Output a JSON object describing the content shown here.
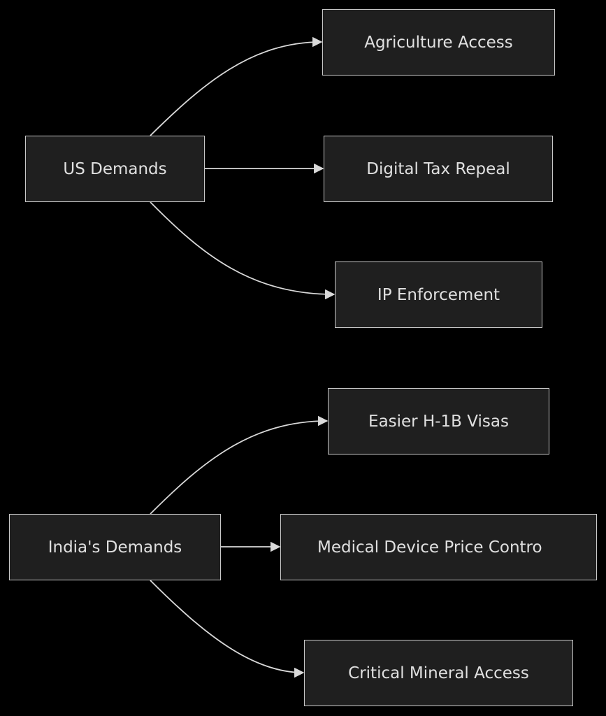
{
  "diagram": {
    "colors": {
      "background": "#000000",
      "node_fill": "#1f1f1f",
      "node_border": "#c8c8c8",
      "text": "#e0e0e0",
      "edge": "#d9d9d9"
    },
    "nodes": {
      "us_demands": "US Demands",
      "agriculture_access": "Agriculture Access",
      "digital_tax_repeal": "Digital Tax Repeal",
      "ip_enforcement": "IP Enforcement",
      "indias_demands": "India's Demands",
      "easier_h1b_visas": "Easier H-1B Visas",
      "medical_device_price_control": "Medical Device Price Contro",
      "critical_mineral_access": "Critical Mineral Access"
    },
    "edges": [
      {
        "from": "us_demands",
        "to": "agriculture_access"
      },
      {
        "from": "us_demands",
        "to": "digital_tax_repeal"
      },
      {
        "from": "us_demands",
        "to": "ip_enforcement"
      },
      {
        "from": "indias_demands",
        "to": "easier_h1b_visas"
      },
      {
        "from": "indias_demands",
        "to": "medical_device_price_control"
      },
      {
        "from": "indias_demands",
        "to": "critical_mineral_access"
      }
    ]
  }
}
